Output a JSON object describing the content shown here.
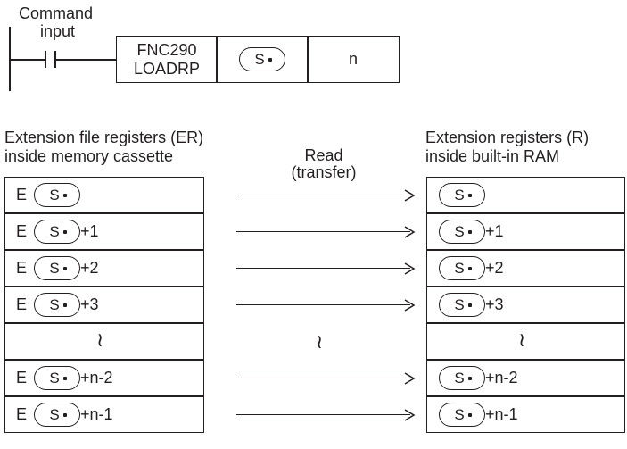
{
  "ladder": {
    "command_label_line1": "Command",
    "command_label_line2": "input",
    "instruction_line1": "FNC290",
    "instruction_line2": "LOADRP",
    "operand_s": "S",
    "operand_n": "n"
  },
  "left_table": {
    "title_line1": "Extension file registers (ER)",
    "title_line2": "inside memory cassette",
    "rows": [
      {
        "prefix": "E",
        "operand": "S",
        "suffix": ""
      },
      {
        "prefix": "E",
        "operand": "S",
        "suffix": "+1"
      },
      {
        "prefix": "E",
        "operand": "S",
        "suffix": "+2"
      },
      {
        "prefix": "E",
        "operand": "S",
        "suffix": "+3"
      },
      {
        "prefix": "E",
        "operand": "S",
        "suffix": "+n-2"
      },
      {
        "prefix": "E",
        "operand": "S",
        "suffix": "+n-1"
      }
    ]
  },
  "middle": {
    "label_line1": "Read",
    "label_line2": "(transfer)"
  },
  "right_table": {
    "title_line1": "Extension registers (R)",
    "title_line2": "inside built-in RAM",
    "rows": [
      {
        "operand": "S",
        "suffix": ""
      },
      {
        "operand": "S",
        "suffix": "+1"
      },
      {
        "operand": "S",
        "suffix": "+2"
      },
      {
        "operand": "S",
        "suffix": "+3"
      },
      {
        "operand": "S",
        "suffix": "+n-2"
      },
      {
        "operand": "S",
        "suffix": "+n-1"
      }
    ]
  },
  "ellipsis_symbol": "≀"
}
